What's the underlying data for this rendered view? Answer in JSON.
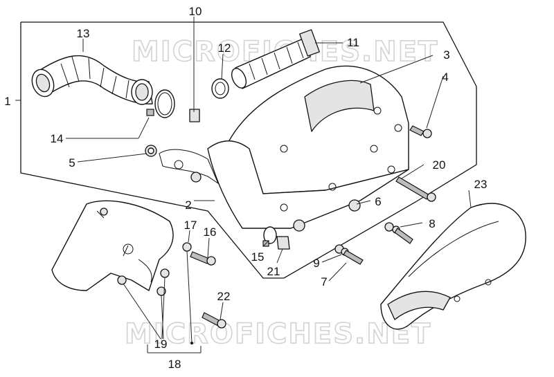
{
  "watermark": {
    "text": "MICROFICHES.NET"
  },
  "callouts": {
    "c1": "1",
    "c2": "2",
    "c3": "3",
    "c4": "4",
    "c5": "5",
    "c6": "6",
    "c7": "7",
    "c8": "8",
    "c9": "9",
    "c10": "10",
    "c11": "11",
    "c12": "12",
    "c13": "13",
    "c14": "14",
    "c15": "15",
    "c16": "16",
    "c17": "17",
    "c18": "18",
    "c19": "19",
    "c20": "20",
    "c21": "21",
    "c22": "22",
    "c23": "23"
  }
}
